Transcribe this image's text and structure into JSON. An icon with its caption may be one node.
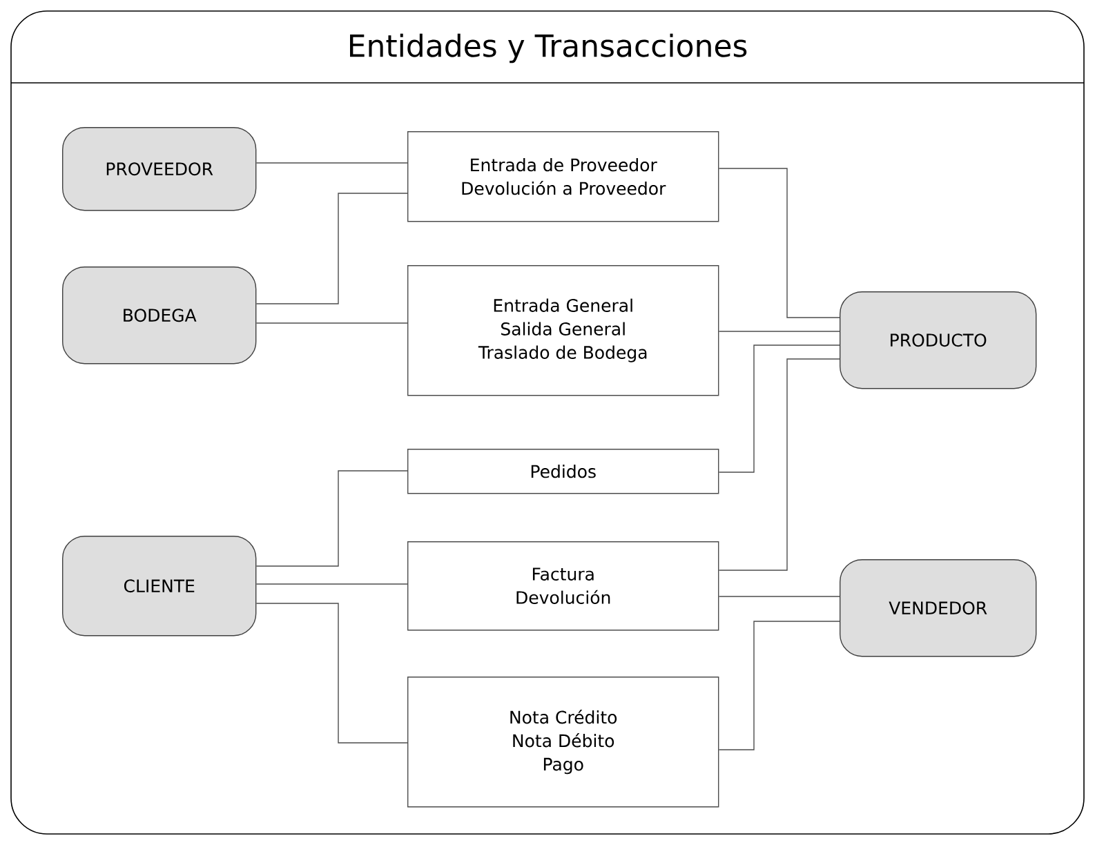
{
  "diagram": {
    "title": "Entidades y Transacciones",
    "nodes": [
      {
        "text": [
          "PROVEEDOR"
        ]
      },
      {
        "text": [
          "BODEGA"
        ]
      },
      {
        "text": [
          "CLIENTE"
        ]
      },
      {
        "text": [
          "PRODUCTO"
        ]
      },
      {
        "text": [
          "VENDEDOR"
        ]
      },
      {
        "text": [
          "Entrada de Proveedor",
          "Devolución a Proveedor"
        ]
      },
      {
        "text": [
          "Entrada General",
          "Salida General",
          "Traslado de Bodega"
        ]
      },
      {
        "text": [
          "Pedidos"
        ]
      },
      {
        "text": [
          "Factura",
          "Devolución"
        ]
      },
      {
        "text": [
          "Nota Crédito",
          "Nota Débito",
          "Pago"
        ]
      }
    ],
    "edges": [
      {
        "from": 0,
        "to": 5,
        "arrow": "none"
      },
      {
        "from": 1,
        "to": 5,
        "arrow": "none"
      },
      {
        "from": 1,
        "to": 6,
        "arrow": "none"
      },
      {
        "from": 5,
        "to": 3,
        "arrow": "none"
      },
      {
        "from": 6,
        "to": 3,
        "arrow": "none"
      },
      {
        "from": 7,
        "to": 3,
        "arrow": "none"
      },
      {
        "from": 8,
        "to": 3,
        "arrow": "none"
      },
      {
        "from": 2,
        "to": 7,
        "arrow": "none"
      },
      {
        "from": 2,
        "to": 8,
        "arrow": "none"
      },
      {
        "from": 2,
        "to": 9,
        "arrow": "none"
      },
      {
        "from": 8,
        "to": 4,
        "arrow": "none"
      },
      {
        "from": 9,
        "to": 4,
        "arrow": "none"
      }
    ]
  }
}
